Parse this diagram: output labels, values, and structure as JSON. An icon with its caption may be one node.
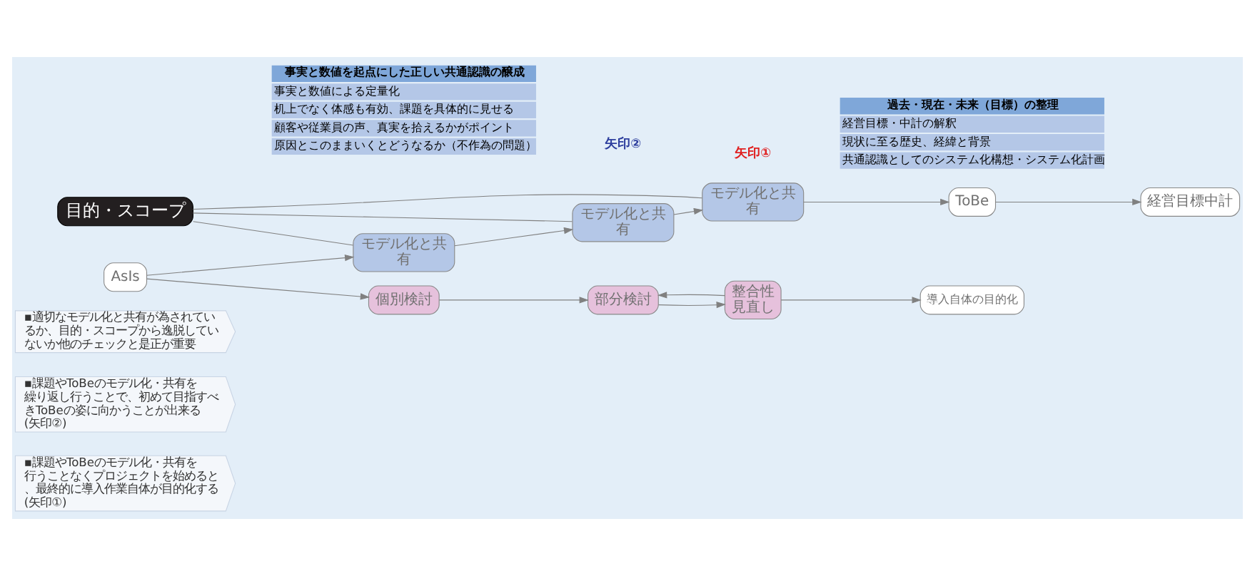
{
  "diagram": {
    "nodes": [
      {
        "text": [
          "▪課題やToBeのモデル化・共有を行うことなくプロジェクトを始めると、最終的に導入作業自体が目的化する(矢印①)"
        ]
      },
      {
        "text": [
          "▪課題やToBeのモデル化・共有を繰り返し行うことで、初めて目指すべきToBeの姿に向かうことが出来る(矢印②)"
        ]
      },
      {
        "text": [
          "▪適切なモデル化と共有が為されているか、目的・スコープから逸脱していないか他のチェックと是正が重要"
        ]
      },
      {
        "text": [
          "目的・スコープ"
        ]
      },
      {
        "text": [
          "事実と数値を起点にした正しい共通認識の醸成",
          "事実と数値による定量化",
          "机上でなく体感も有効、課題を具体的に見せる",
          "顧客や従業員の声、真実を拾えるかがポイント",
          "原因とこのままいくとどうなるか（不作為の問題）"
        ]
      },
      {
        "text": [
          "AsIs"
        ]
      },
      {
        "text": [
          "モデル化と共有"
        ]
      },
      {
        "text": [
          "モデル化と共有"
        ]
      },
      {
        "text": [
          "モデル化と共有"
        ]
      },
      {
        "text": [
          "ToBe"
        ]
      },
      {
        "text": [
          "経営目標中計"
        ]
      },
      {
        "text": [
          "過去・現在・未来（目標）の整理",
          "経営目標・中計の解釈",
          "現状に至る歴史、経緯と背景",
          "共通認識としてのシステム化構想・システム化計画"
        ]
      },
      {
        "text": [
          "個別検討"
        ]
      },
      {
        "text": [
          "部分検討"
        ]
      },
      {
        "text": [
          "整合性見直し"
        ]
      },
      {
        "text": [
          "導入自体の目的化"
        ]
      }
    ],
    "edges": [
      {
        "from": 3,
        "to": 6,
        "arrow": "none"
      },
      {
        "from": 3,
        "to": 7,
        "arrow": "none"
      },
      {
        "from": 3,
        "to": 8,
        "arrow": "none"
      },
      {
        "from": 5,
        "to": 6,
        "arrow": "to"
      },
      {
        "from": 6,
        "to": 7,
        "arrow": "to"
      },
      {
        "from": 7,
        "to": 8,
        "arrow": "to"
      },
      {
        "from": 8,
        "to": 9,
        "arrow": "to"
      },
      {
        "from": 9,
        "to": 10,
        "arrow": "to"
      },
      {
        "from": 5,
        "to": 12,
        "arrow": "to"
      },
      {
        "from": 12,
        "to": 13,
        "arrow": "to"
      },
      {
        "from": 13,
        "to": 14,
        "arrow": "to"
      },
      {
        "from": 14,
        "to": 13,
        "arrow": "to"
      },
      {
        "from": 14,
        "to": 15,
        "arrow": "to"
      }
    ],
    "labels": [
      "矢印②",
      "矢印①"
    ]
  }
}
